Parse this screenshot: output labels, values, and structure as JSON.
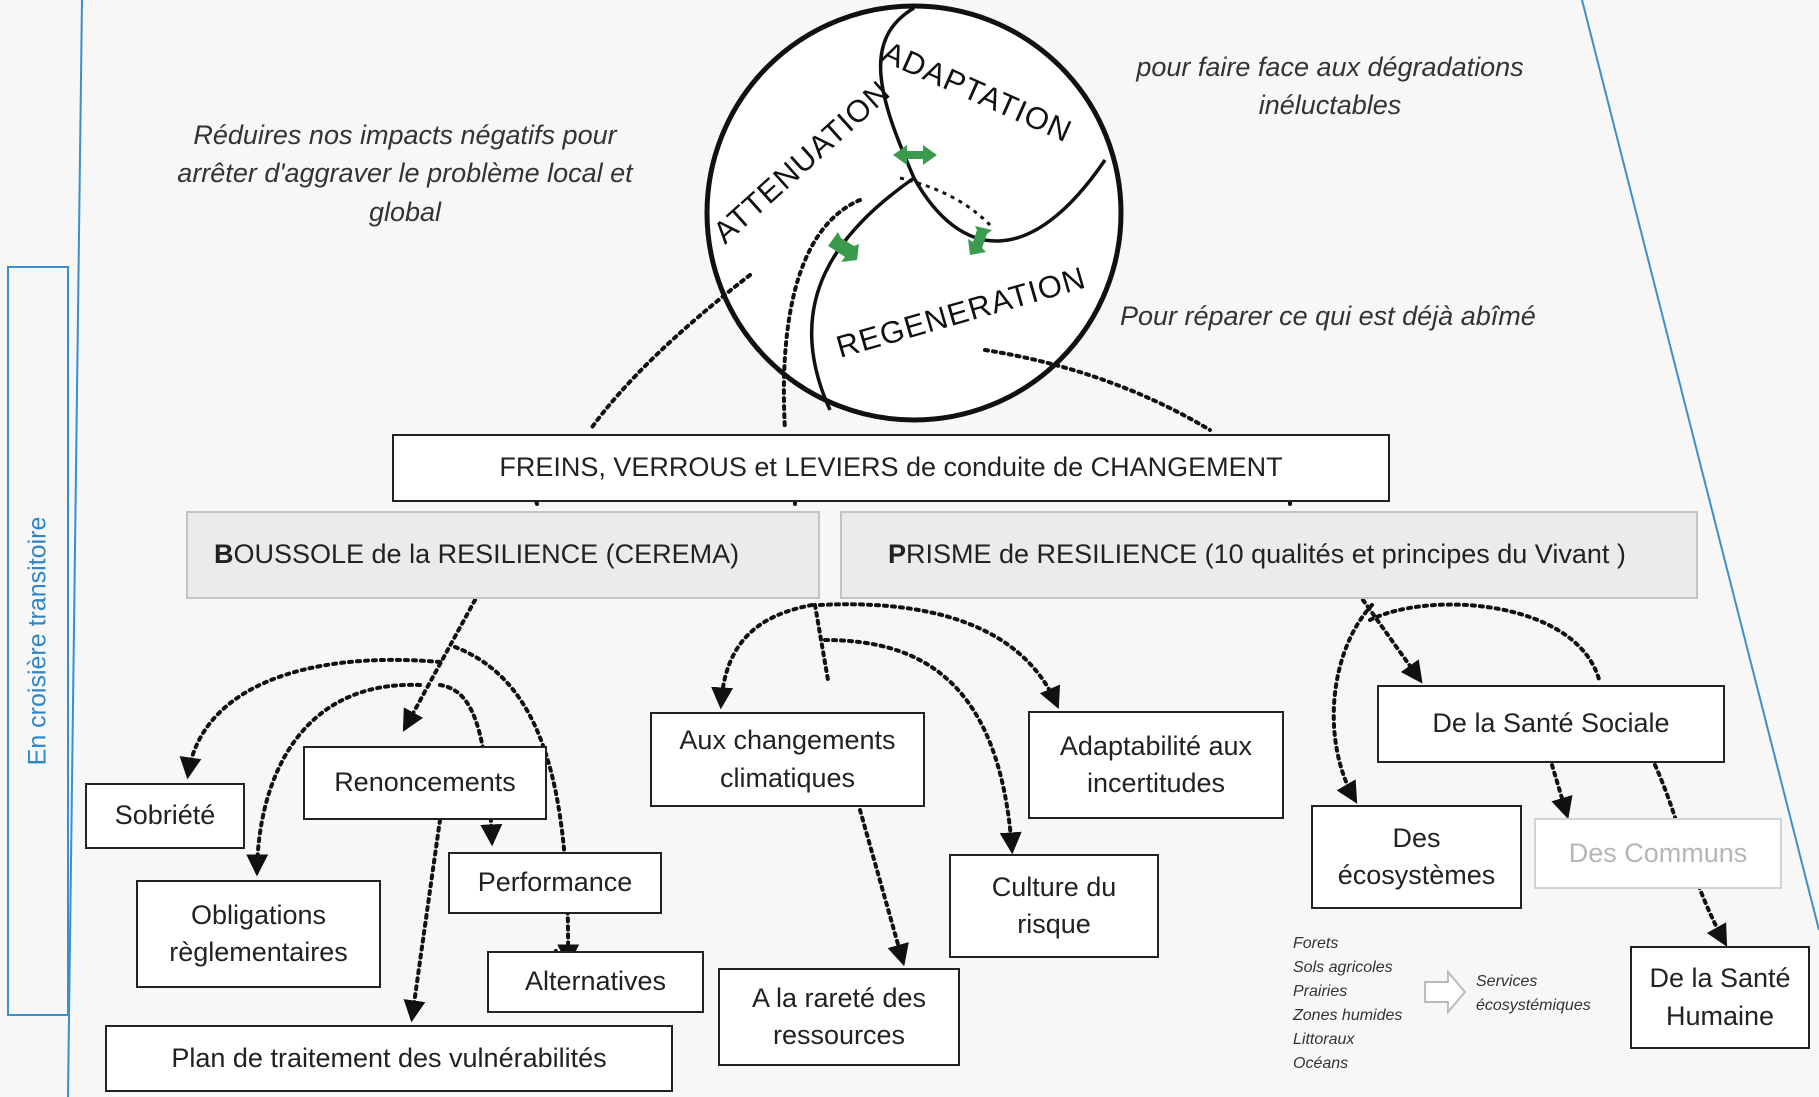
{
  "side_label": "En croisière transitoire",
  "circle": {
    "segments": [
      "ADAPTATION",
      "ATTENUATION",
      "REGENERATION"
    ]
  },
  "notes": {
    "adaptation": [
      "pour faire face aux dégradations",
      "inéluctables"
    ],
    "attenuation": [
      "Réduires nos impacts négatifs pour",
      "arrêter d'aggraver le problème local et",
      "global"
    ],
    "regeneration": "Pour réparer ce qui est déjà abîmé"
  },
  "nodes": {
    "freins": "FREINS, VERROUS et LEVIERS de conduite de CHANGEMENT",
    "boussole": {
      "initial": "B",
      "rest": "OUSSOLE de la RESILIENCE (CEREMA)"
    },
    "prisme": {
      "initial": "P",
      "rest": "RISME de RESILIENCE (10 qualités et principes du Vivant )"
    },
    "sobriete": "Sobriété",
    "renoncements": "Renoncements",
    "obligations": [
      "Obligations",
      "règlementaires"
    ],
    "performance": "Performance",
    "alternatives": "Alternatives",
    "plan": "Plan de traitement des vulnérabilités",
    "changements": [
      "Aux changements",
      "climatiques"
    ],
    "adaptabilite": [
      "Adaptabilité aux",
      "incertitudes"
    ],
    "culture": [
      "Culture du",
      "risque"
    ],
    "rarete": [
      "A la rareté des",
      "ressources"
    ],
    "sante_sociale": "De la Santé Sociale",
    "ecosystemes": [
      "Des",
      "écosystèmes"
    ],
    "communs": "Des Communs",
    "sante_humaine": [
      "De la Santé",
      "Humaine"
    ]
  },
  "ecosystem_legend": {
    "items": [
      "Forets",
      "Sols agricoles",
      "Prairies",
      "Zones humides",
      "Littoraux",
      "Océans"
    ],
    "result": [
      "Services",
      "écosystémiques"
    ]
  },
  "colors": {
    "frame_line": "#3a8fce",
    "side_text": "#2e86c8",
    "connector_arrows": "#3a9a4e",
    "box_border": "#222222"
  }
}
